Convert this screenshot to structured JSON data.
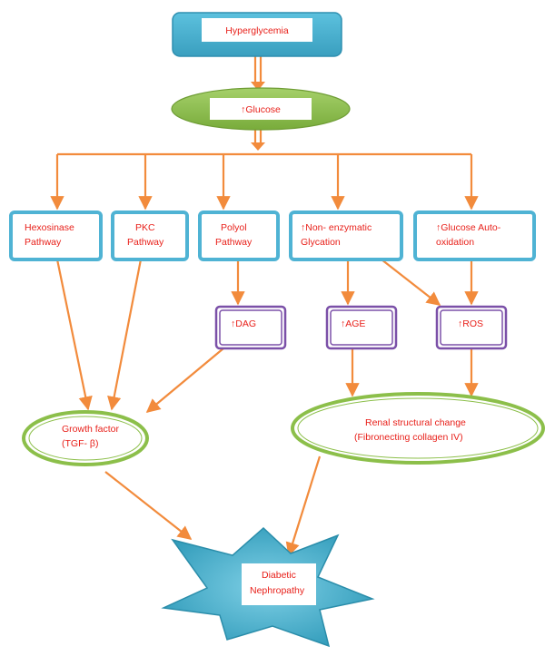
{
  "nodes": {
    "hyperglycemia": "Hyperglycemia",
    "glucose": "↑Glucose",
    "hexosinase": [
      "Hexosinase",
      "Pathway"
    ],
    "pkc": [
      "PKC",
      "Pathway"
    ],
    "polyol": [
      "Polyol",
      "Pathway"
    ],
    "nonenzymatic": [
      "↑Non- enzymatic",
      "Glycation"
    ],
    "autooxidation": [
      "↑Glucose Auto-",
      "oxidation"
    ],
    "dag": "↑DAG",
    "age": "↑AGE",
    "ros": "↑ROS",
    "growth_factor": [
      "Growth factor",
      "(TGF- β)"
    ],
    "renal": [
      "Renal structural  change",
      "(Fibronecting collagen IV)"
    ],
    "nephropathy": [
      "Diabetic",
      "Nephropathy"
    ]
  },
  "colors": {
    "arrow": "#f28b3c",
    "box_border": "#4fb3d4",
    "purple_border": "#7b50a8",
    "green": "#8cbf4a",
    "star": "#3ea8c5",
    "text": "#e8201a"
  }
}
